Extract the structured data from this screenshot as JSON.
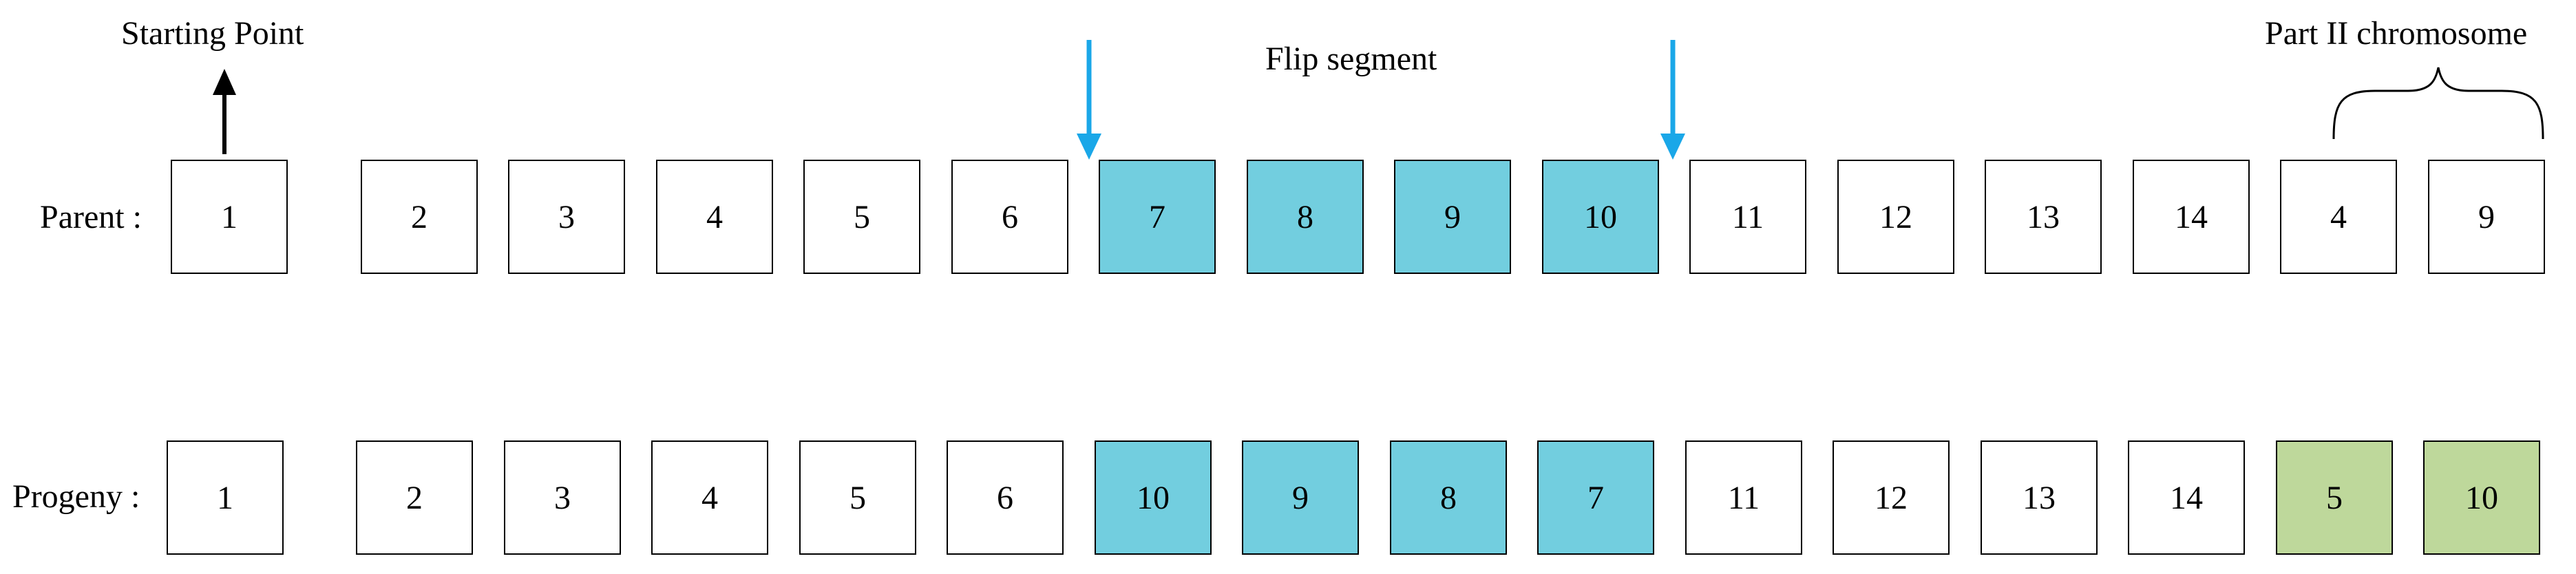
{
  "annotations": {
    "starting_point": "Starting Point",
    "flip_segment": "Flip segment",
    "part2_chromosome": "Part II chromosome"
  },
  "rows": {
    "parent": {
      "label": "Parent :",
      "cells": [
        "1",
        "2",
        "3",
        "4",
        "5",
        "6",
        "7",
        "8",
        "9",
        "10",
        "11",
        "12",
        "13",
        "14",
        "4",
        "9"
      ]
    },
    "progeny": {
      "label": "Progeny :",
      "cells": [
        "1",
        "2",
        "3",
        "4",
        "5",
        "6",
        "10",
        "9",
        "8",
        "7",
        "11",
        "12",
        "13",
        "14",
        "5",
        "10"
      ]
    }
  },
  "colors": {
    "flip_fill": "#72cedf",
    "part2_fill": "#bed89b",
    "marker_arrow": "#1aa7e8",
    "start_arrow": "#000000"
  }
}
